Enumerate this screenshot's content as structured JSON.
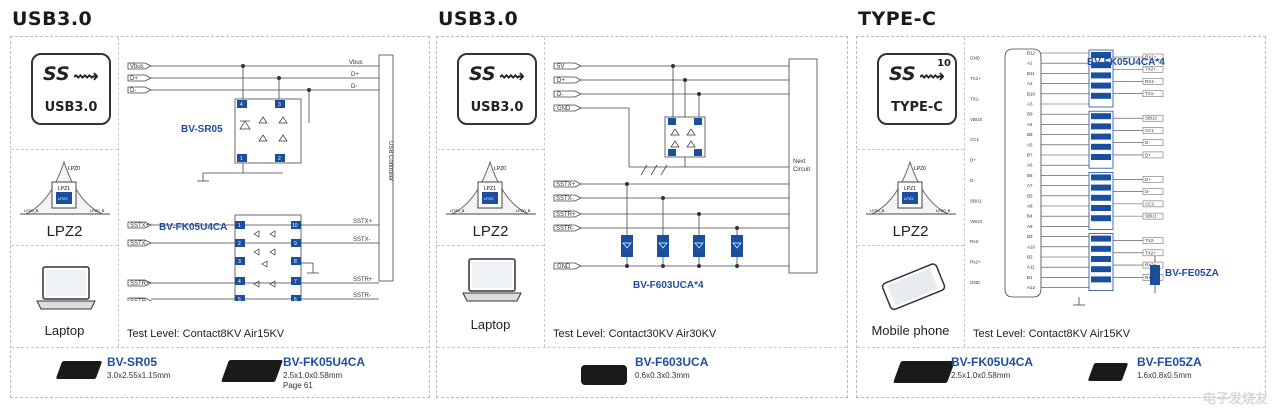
{
  "panels": [
    {
      "title": "USB3.0",
      "logo": "USB3.0",
      "lpz": "LPZ2",
      "device": "Laptop",
      "test": "Test Level:  Contact8KV Air15KV",
      "diagram": {
        "signals_left": [
          "Vbus",
          "D+",
          "D-"
        ],
        "signals_right": [
          "Vbus",
          "D+",
          "D-"
        ],
        "parts": [
          "BV-SR05",
          "BV-FK05U4CA"
        ],
        "controller": "USB Controller",
        "ss_left": [
          "SSTX+",
          "SSTX-",
          "SSTR+",
          "SSTR-"
        ],
        "ss_right": [
          "SSTX+",
          "SSTX-",
          "SSTR+",
          "SSTR-"
        ],
        "pins_top": [
          "1",
          "2",
          "3",
          "4"
        ],
        "pins_fk": [
          "1",
          "2",
          "3",
          "4",
          "5",
          "10",
          "9",
          "7",
          "6"
        ]
      },
      "products": [
        {
          "name": "BV-SR05",
          "dim": "3.0x2.55x1.15mm",
          "extra": ""
        },
        {
          "name": "BV-FK05U4CA",
          "dim": "2.5x1.0x0.58mm",
          "extra": "Page 61"
        }
      ]
    },
    {
      "title": "USB3.0",
      "logo": "USB3.0",
      "lpz": "LPZ2",
      "device": "Laptop",
      "test": "Test Level:  Contact30KV  Air30KV",
      "diagram": {
        "signals_left": [
          "5V",
          "D+",
          "D-",
          "GND",
          "SSTX+",
          "SSTX-",
          "SSTR+",
          "SSTR-",
          "GND"
        ],
        "part": "BV-F603UCA*4",
        "next": "Next Circuit"
      },
      "products": [
        {
          "name": "BV-F603UCA",
          "dim": "0.6x0.3x0.3mm",
          "extra": ""
        }
      ]
    },
    {
      "title": "TYPE-C",
      "logo": "TYPE-C",
      "logo_num": "10",
      "lpz": "LPZ2",
      "device": "Mobile phone",
      "test": "Test Level:  Contact8KV Air15KV",
      "diagram": {
        "part": "BV-FK05U4CA*4",
        "part2": "BV-FE05ZA",
        "left": [
          "GND",
          "TX1+",
          "TX1-",
          "VBUS",
          "CC1",
          "D+",
          "D-",
          "SBU1",
          "VBUS",
          "Rx2-",
          "Rx2+",
          "GND"
        ],
        "pins": [
          "B12",
          "A1",
          "B11",
          "A2",
          "B10",
          "A3",
          "B9",
          "A4",
          "B8",
          "A5",
          "B7",
          "A6",
          "B6",
          "A7",
          "B5",
          "A8",
          "B4",
          "A9",
          "B3",
          "A10",
          "B2",
          "A11",
          "B1",
          "A12"
        ],
        "right": [
          "RX1+",
          "TX2+",
          "RX1-",
          "TX1-",
          "SBU2",
          "CC1",
          "D-",
          "D+",
          "D+",
          "D-",
          "CC2",
          "SBU1",
          "TX2-",
          "TX2+",
          "RX2+",
          "RX2-"
        ]
      },
      "products": [
        {
          "name": "BV-FK05U4CA",
          "dim": "2.5x1.0x0.58mm",
          "extra": ""
        },
        {
          "name": "BV-FE05ZA",
          "dim": "1.6x0.8x0.5mm",
          "extra": ""
        }
      ]
    }
  ],
  "lpz_labels": {
    "top": "LPZ0",
    "inner": "LPZ1",
    "mid": "LPZ2",
    "left": "LPZ0_B",
    "right": "LPZ0_B",
    "chip": "SPD"
  },
  "watermark": "电子发烧友",
  "colors": {
    "accent": "#1f4e9e",
    "chip": "#1a4fa0"
  }
}
